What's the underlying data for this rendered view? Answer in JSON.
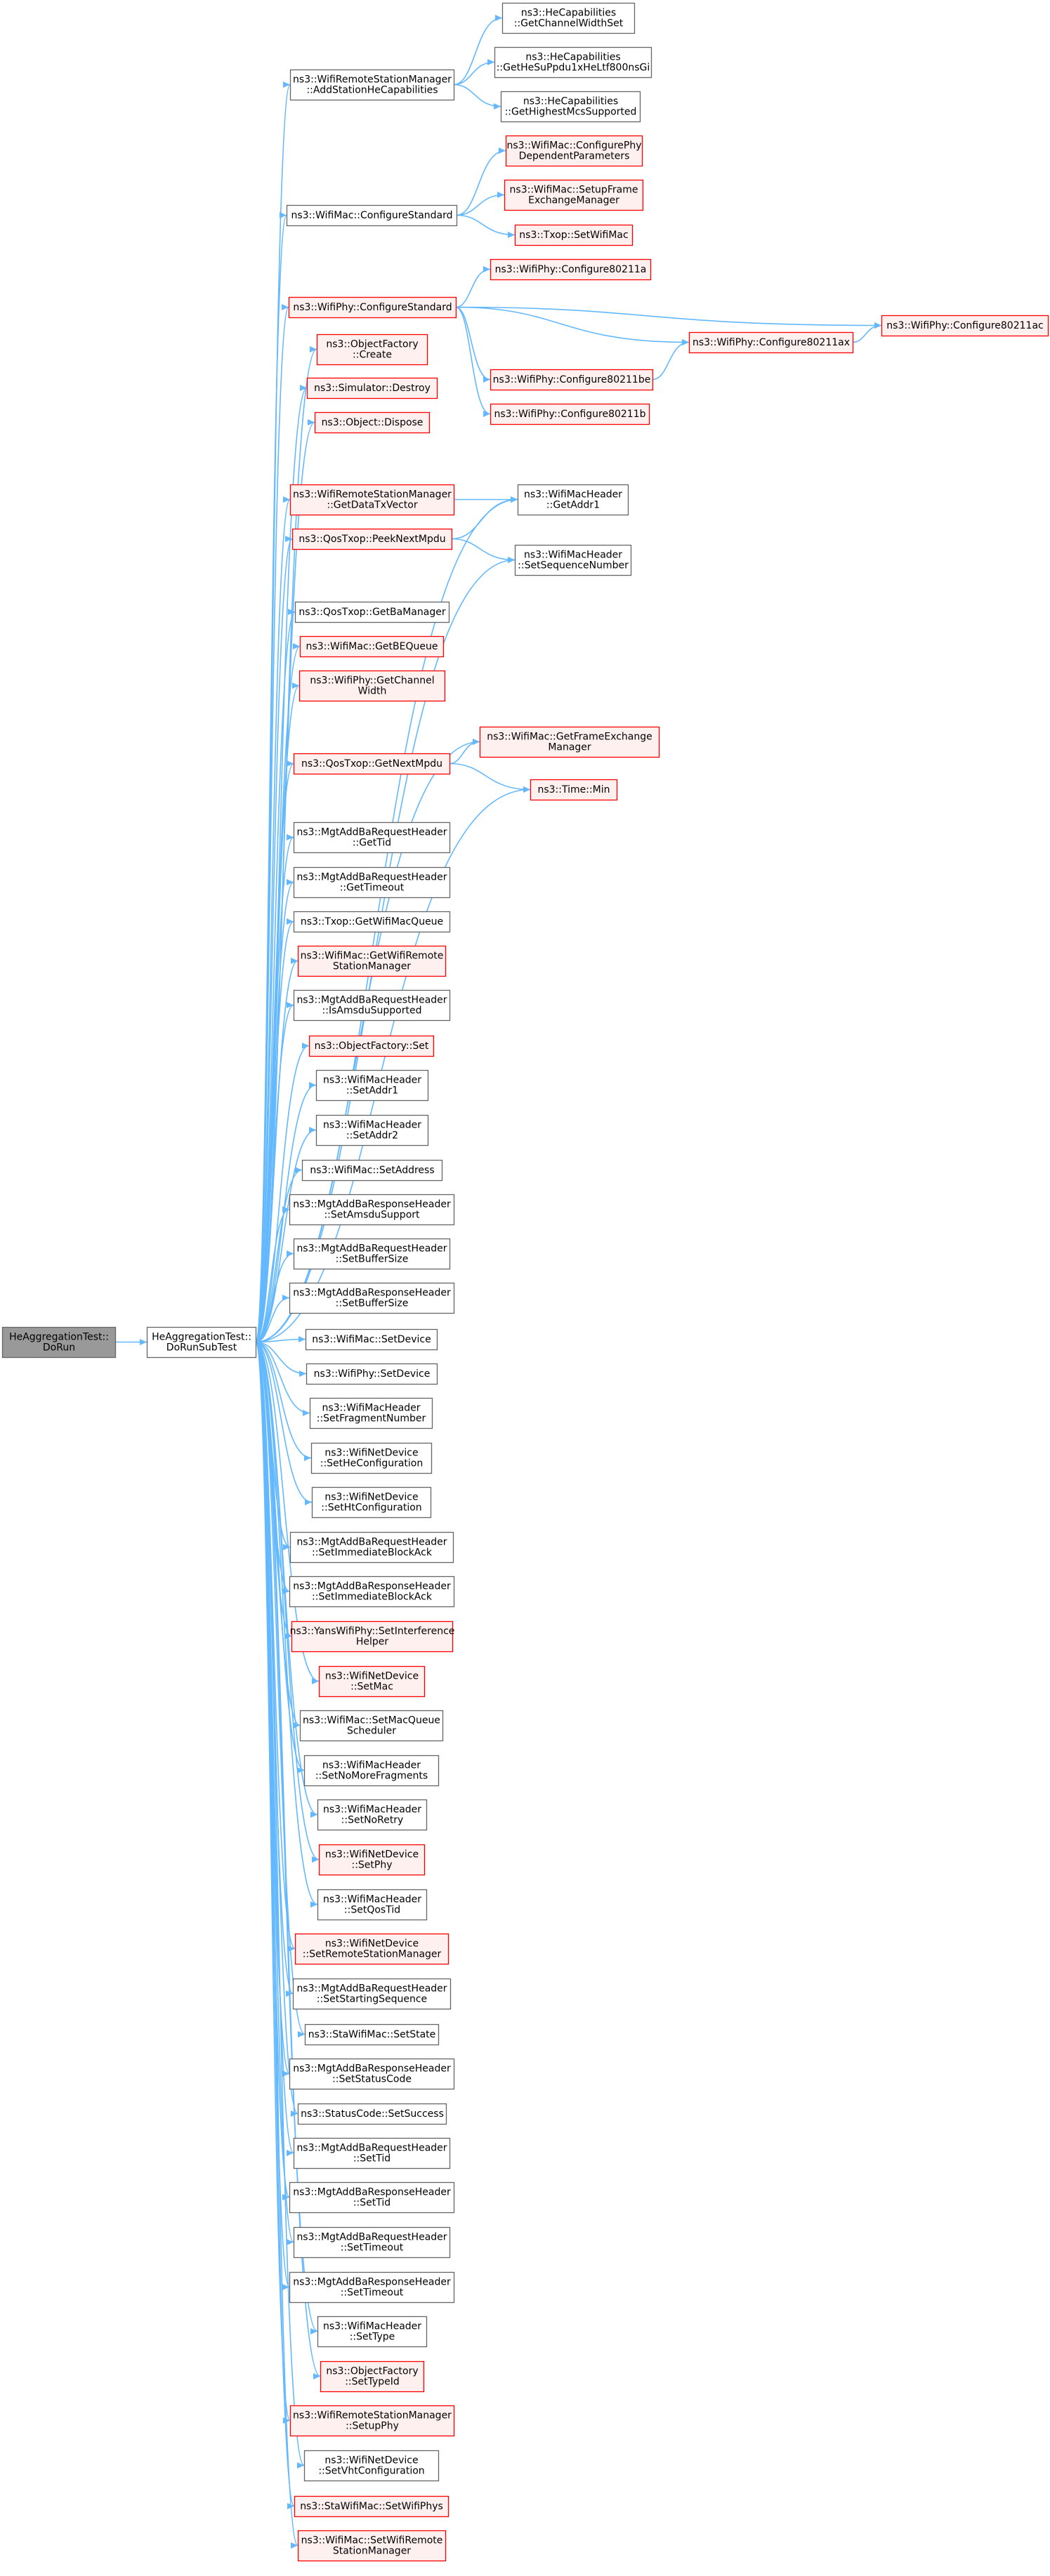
{
  "colors": {
    "edge": "#63b8ff",
    "node_border": "#666666",
    "node_fill": "#ffffff",
    "node_link_border": "#ff0000",
    "node_link_fill": "#fff0f0",
    "root_fill": "#999999",
    "root_border": "#666666"
  },
  "nodes": [
    {
      "id": "root",
      "lines": [
        "HeAggregationTest::",
        "DoRun"
      ],
      "style": "root"
    },
    {
      "id": "sub",
      "lines": [
        "HeAggregationTest::",
        "DoRunSubTest"
      ],
      "style": "plain"
    },
    {
      "id": "addHe",
      "lines": [
        "ns3::WifiRemoteStationManager",
        "::AddStationHeCapabilities"
      ],
      "style": "plain"
    },
    {
      "id": "getCw",
      "lines": [
        "ns3::HeCapabilities",
        "::GetChannelWidthSet"
      ],
      "style": "plain"
    },
    {
      "id": "getHeSu",
      "lines": [
        "ns3::HeCapabilities",
        "::GetHeSuPpdu1xHeLtf800nsGi"
      ],
      "style": "plain"
    },
    {
      "id": "getHiMcs",
      "lines": [
        "ns3::HeCapabilities",
        "::GetHighestMcsSupported"
      ],
      "style": "plain"
    },
    {
      "id": "macCfg",
      "lines": [
        "ns3::WifiMac::ConfigureStandard"
      ],
      "style": "plain"
    },
    {
      "id": "cfgPhyDep",
      "lines": [
        "ns3::WifiMac::ConfigurePhy",
        "DependentParameters"
      ],
      "style": "link"
    },
    {
      "id": "setupFem",
      "lines": [
        "ns3::WifiMac::SetupFrame",
        "ExchangeManager"
      ],
      "style": "link"
    },
    {
      "id": "txopSetMac",
      "lines": [
        "ns3::Txop::SetWifiMac"
      ],
      "style": "link"
    },
    {
      "id": "phyCfg",
      "lines": [
        "ns3::WifiPhy::ConfigureStandard"
      ],
      "style": "link"
    },
    {
      "id": "cfg11a",
      "lines": [
        "ns3::WifiPhy::Configure80211a"
      ],
      "style": "link"
    },
    {
      "id": "cfg11ac",
      "lines": [
        "ns3::WifiPhy::Configure80211ac"
      ],
      "style": "link"
    },
    {
      "id": "cfg11ax",
      "lines": [
        "ns3::WifiPhy::Configure80211ax"
      ],
      "style": "link"
    },
    {
      "id": "cfg11be",
      "lines": [
        "ns3::WifiPhy::Configure80211be"
      ],
      "style": "link"
    },
    {
      "id": "cfg11b",
      "lines": [
        "ns3::WifiPhy::Configure80211b"
      ],
      "style": "link"
    },
    {
      "id": "ofCreate",
      "lines": [
        "ns3::ObjectFactory",
        "::Create"
      ],
      "style": "link"
    },
    {
      "id": "simDestroy",
      "lines": [
        "ns3::Simulator::Destroy"
      ],
      "style": "link"
    },
    {
      "id": "objDispose",
      "lines": [
        "ns3::Object::Dispose"
      ],
      "style": "link"
    },
    {
      "id": "getDataTx",
      "lines": [
        "ns3::WifiRemoteStationManager",
        "::GetDataTxVector"
      ],
      "style": "link"
    },
    {
      "id": "getAddr1",
      "lines": [
        "ns3::WifiMacHeader",
        "::GetAddr1"
      ],
      "style": "plain"
    },
    {
      "id": "peekNext",
      "lines": [
        "ns3::QosTxop::PeekNextMpdu"
      ],
      "style": "link"
    },
    {
      "id": "setSeq",
      "lines": [
        "ns3::WifiMacHeader",
        "::SetSequenceNumber"
      ],
      "style": "plain"
    },
    {
      "id": "getBaMgr",
      "lines": [
        "ns3::QosTxop::GetBaManager"
      ],
      "style": "plain"
    },
    {
      "id": "getBeQ",
      "lines": [
        "ns3::WifiMac::GetBEQueue"
      ],
      "style": "link"
    },
    {
      "id": "getChW",
      "lines": [
        "ns3::WifiPhy::GetChannel",
        "Width"
      ],
      "style": "link"
    },
    {
      "id": "getFem",
      "lines": [
        "ns3::WifiMac::GetFrameExchange",
        "Manager"
      ],
      "style": "link"
    },
    {
      "id": "getNext",
      "lines": [
        "ns3::QosTxop::GetNextMpdu"
      ],
      "style": "link"
    },
    {
      "id": "timeMin",
      "lines": [
        "ns3::Time::Min"
      ],
      "style": "link"
    },
    {
      "id": "n1",
      "lines": [
        "ns3::MgtAddBaRequestHeader",
        "::GetTid"
      ],
      "style": "plain"
    },
    {
      "id": "n2",
      "lines": [
        "ns3::MgtAddBaRequestHeader",
        "::GetTimeout"
      ],
      "style": "plain"
    },
    {
      "id": "n3",
      "lines": [
        "ns3::Txop::GetWifiMacQueue"
      ],
      "style": "plain"
    },
    {
      "id": "n4",
      "lines": [
        "ns3::WifiMac::GetWifiRemote",
        "StationManager"
      ],
      "style": "link"
    },
    {
      "id": "n5",
      "lines": [
        "ns3::MgtAddBaRequestHeader",
        "::IsAmsduSupported"
      ],
      "style": "plain"
    },
    {
      "id": "n6",
      "lines": [
        "ns3::ObjectFactory::Set"
      ],
      "style": "link"
    },
    {
      "id": "n7",
      "lines": [
        "ns3::WifiMacHeader",
        "::SetAddr1"
      ],
      "style": "plain"
    },
    {
      "id": "n8",
      "lines": [
        "ns3::WifiMacHeader",
        "::SetAddr2"
      ],
      "style": "plain"
    },
    {
      "id": "n9",
      "lines": [
        "ns3::WifiMac::SetAddress"
      ],
      "style": "plain"
    },
    {
      "id": "n10",
      "lines": [
        "ns3::MgtAddBaResponseHeader",
        "::SetAmsduSupport"
      ],
      "style": "plain"
    },
    {
      "id": "n11",
      "lines": [
        "ns3::MgtAddBaRequestHeader",
        "::SetBufferSize"
      ],
      "style": "plain"
    },
    {
      "id": "n12",
      "lines": [
        "ns3::MgtAddBaResponseHeader",
        "::SetBufferSize"
      ],
      "style": "plain"
    },
    {
      "id": "n13",
      "lines": [
        "ns3::WifiMac::SetDevice"
      ],
      "style": "plain"
    },
    {
      "id": "n14",
      "lines": [
        "ns3::WifiPhy::SetDevice"
      ],
      "style": "plain"
    },
    {
      "id": "n15",
      "lines": [
        "ns3::WifiMacHeader",
        "::SetFragmentNumber"
      ],
      "style": "plain"
    },
    {
      "id": "n16",
      "lines": [
        "ns3::WifiNetDevice",
        "::SetHeConfiguration"
      ],
      "style": "plain"
    },
    {
      "id": "n17",
      "lines": [
        "ns3::WifiNetDevice",
        "::SetHtConfiguration"
      ],
      "style": "plain"
    },
    {
      "id": "n18",
      "lines": [
        "ns3::MgtAddBaRequestHeader",
        "::SetImmediateBlockAck"
      ],
      "style": "plain"
    },
    {
      "id": "n19",
      "lines": [
        "ns3::MgtAddBaResponseHeader",
        "::SetImmediateBlockAck"
      ],
      "style": "plain"
    },
    {
      "id": "n20",
      "lines": [
        "ns3::YansWifiPhy::SetInterference",
        "Helper"
      ],
      "style": "link"
    },
    {
      "id": "n21",
      "lines": [
        "ns3::WifiNetDevice",
        "::SetMac"
      ],
      "style": "link"
    },
    {
      "id": "n22",
      "lines": [
        "ns3::WifiMac::SetMacQueue",
        "Scheduler"
      ],
      "style": "plain"
    },
    {
      "id": "n23",
      "lines": [
        "ns3::WifiMacHeader",
        "::SetNoMoreFragments"
      ],
      "style": "plain"
    },
    {
      "id": "n24",
      "lines": [
        "ns3::WifiMacHeader",
        "::SetNoRetry"
      ],
      "style": "plain"
    },
    {
      "id": "n25",
      "lines": [
        "ns3::WifiNetDevice",
        "::SetPhy"
      ],
      "style": "link"
    },
    {
      "id": "n26",
      "lines": [
        "ns3::WifiMacHeader",
        "::SetQosTid"
      ],
      "style": "plain"
    },
    {
      "id": "n27",
      "lines": [
        "ns3::WifiNetDevice",
        "::SetRemoteStationManager"
      ],
      "style": "link"
    },
    {
      "id": "n28",
      "lines": [
        "ns3::MgtAddBaRequestHeader",
        "::SetStartingSequence"
      ],
      "style": "plain"
    },
    {
      "id": "n29",
      "lines": [
        "ns3::StaWifiMac::SetState"
      ],
      "style": "plain"
    },
    {
      "id": "n30",
      "lines": [
        "ns3::MgtAddBaResponseHeader",
        "::SetStatusCode"
      ],
      "style": "plain"
    },
    {
      "id": "n31",
      "lines": [
        "ns3::StatusCode::SetSuccess"
      ],
      "style": "plain"
    },
    {
      "id": "n32",
      "lines": [
        "ns3::MgtAddBaRequestHeader",
        "::SetTid"
      ],
      "style": "plain"
    },
    {
      "id": "n33",
      "lines": [
        "ns3::MgtAddBaResponseHeader",
        "::SetTid"
      ],
      "style": "plain"
    },
    {
      "id": "n34",
      "lines": [
        "ns3::MgtAddBaRequestHeader",
        "::SetTimeout"
      ],
      "style": "plain"
    },
    {
      "id": "n35",
      "lines": [
        "ns3::MgtAddBaResponseHeader",
        "::SetTimeout"
      ],
      "style": "plain"
    },
    {
      "id": "n36",
      "lines": [
        "ns3::WifiMacHeader",
        "::SetType"
      ],
      "style": "plain"
    },
    {
      "id": "n37",
      "lines": [
        "ns3::ObjectFactory",
        "::SetTypeId"
      ],
      "style": "link"
    },
    {
      "id": "n38",
      "lines": [
        "ns3::WifiRemoteStationManager",
        "::SetupPhy"
      ],
      "style": "link"
    },
    {
      "id": "n39",
      "lines": [
        "ns3::WifiNetDevice",
        "::SetVhtConfiguration"
      ],
      "style": "plain"
    },
    {
      "id": "n40",
      "lines": [
        "ns3::StaWifiMac::SetWifiPhys"
      ],
      "style": "link"
    },
    {
      "id": "n41",
      "lines": [
        "ns3::WifiMac::SetWifiRemote",
        "StationManager"
      ],
      "style": "link"
    }
  ],
  "edges": [
    [
      "root",
      "sub"
    ],
    [
      "sub",
      "addHe"
    ],
    [
      "addHe",
      "getCw"
    ],
    [
      "addHe",
      "getHeSu"
    ],
    [
      "addHe",
      "getHiMcs"
    ],
    [
      "sub",
      "macCfg"
    ],
    [
      "macCfg",
      "cfgPhyDep"
    ],
    [
      "macCfg",
      "setupFem"
    ],
    [
      "macCfg",
      "txopSetMac"
    ],
    [
      "sub",
      "phyCfg"
    ],
    [
      "phyCfg",
      "cfg11a"
    ],
    [
      "phyCfg",
      "cfg11ac"
    ],
    [
      "phyCfg",
      "cfg11ax"
    ],
    [
      "phyCfg",
      "cfg11be"
    ],
    [
      "phyCfg",
      "cfg11b"
    ],
    [
      "cfg11ax",
      "cfg11ac"
    ],
    [
      "cfg11be",
      "cfg11ax"
    ],
    [
      "sub",
      "ofCreate"
    ],
    [
      "sub",
      "simDestroy"
    ],
    [
      "sub",
      "objDispose"
    ],
    [
      "sub",
      "getAddr1"
    ],
    [
      "sub",
      "getDataTx"
    ],
    [
      "getDataTx",
      "getAddr1"
    ],
    [
      "sub",
      "peekNext"
    ],
    [
      "peekNext",
      "getAddr1"
    ],
    [
      "peekNext",
      "setSeq"
    ],
    [
      "sub",
      "setSeq"
    ],
    [
      "sub",
      "getBaMgr"
    ],
    [
      "sub",
      "getBeQ"
    ],
    [
      "sub",
      "getChW"
    ],
    [
      "sub",
      "getFem"
    ],
    [
      "sub",
      "getNext"
    ],
    [
      "getNext",
      "getFem"
    ],
    [
      "getNext",
      "timeMin"
    ],
    [
      "sub",
      "timeMin"
    ],
    [
      "sub",
      "n1"
    ],
    [
      "sub",
      "n2"
    ],
    [
      "sub",
      "n3"
    ],
    [
      "sub",
      "n4"
    ],
    [
      "sub",
      "n5"
    ],
    [
      "sub",
      "n6"
    ],
    [
      "sub",
      "n7"
    ],
    [
      "sub",
      "n8"
    ],
    [
      "sub",
      "n9"
    ],
    [
      "sub",
      "n10"
    ],
    [
      "sub",
      "n11"
    ],
    [
      "sub",
      "n12"
    ],
    [
      "sub",
      "n13"
    ],
    [
      "sub",
      "n14"
    ],
    [
      "sub",
      "n15"
    ],
    [
      "sub",
      "n16"
    ],
    [
      "sub",
      "n17"
    ],
    [
      "sub",
      "n18"
    ],
    [
      "sub",
      "n19"
    ],
    [
      "sub",
      "n20"
    ],
    [
      "sub",
      "n21"
    ],
    [
      "sub",
      "n22"
    ],
    [
      "sub",
      "n23"
    ],
    [
      "sub",
      "n24"
    ],
    [
      "sub",
      "n25"
    ],
    [
      "sub",
      "n26"
    ],
    [
      "sub",
      "n27"
    ],
    [
      "sub",
      "n28"
    ],
    [
      "sub",
      "n29"
    ],
    [
      "sub",
      "n30"
    ],
    [
      "sub",
      "n31"
    ],
    [
      "sub",
      "n32"
    ],
    [
      "sub",
      "n33"
    ],
    [
      "sub",
      "n34"
    ],
    [
      "sub",
      "n35"
    ],
    [
      "sub",
      "n36"
    ],
    [
      "sub",
      "n37"
    ],
    [
      "sub",
      "n38"
    ],
    [
      "sub",
      "n39"
    ],
    [
      "sub",
      "n40"
    ],
    [
      "sub",
      "n41"
    ]
  ]
}
